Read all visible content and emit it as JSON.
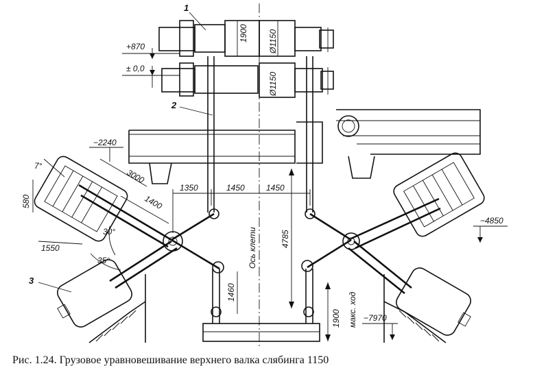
{
  "figure": {
    "caption": "Рис. 1.24. Грузовое уравновешивание верхнего валка слябинга 1150"
  },
  "callouts": {
    "c1": "1",
    "c2": "2",
    "c3": "3"
  },
  "dimensions": {
    "elev_plus870": "+870",
    "elev_zero": "± 0,0",
    "d1900_top": "1900",
    "dia1150_top": "Ø1150",
    "dia1150_mid": "Ø1150",
    "elev_minus2240": "−2240",
    "angle7": "7°",
    "d580": "580",
    "d3000": "3000",
    "d1350": "1350",
    "d1450_left": "1450",
    "d1450_right": "1450",
    "d1400": "1400",
    "d1550": "1550",
    "angle30": "30°",
    "angle35": "35°",
    "d4785": "4785",
    "axis_label": "Ось клети",
    "d1460": "1460",
    "d1900_max": "1900",
    "max_stroke": "макс. ход",
    "elev_minus4850": "−4850",
    "elev_minus7970": "−7970"
  }
}
